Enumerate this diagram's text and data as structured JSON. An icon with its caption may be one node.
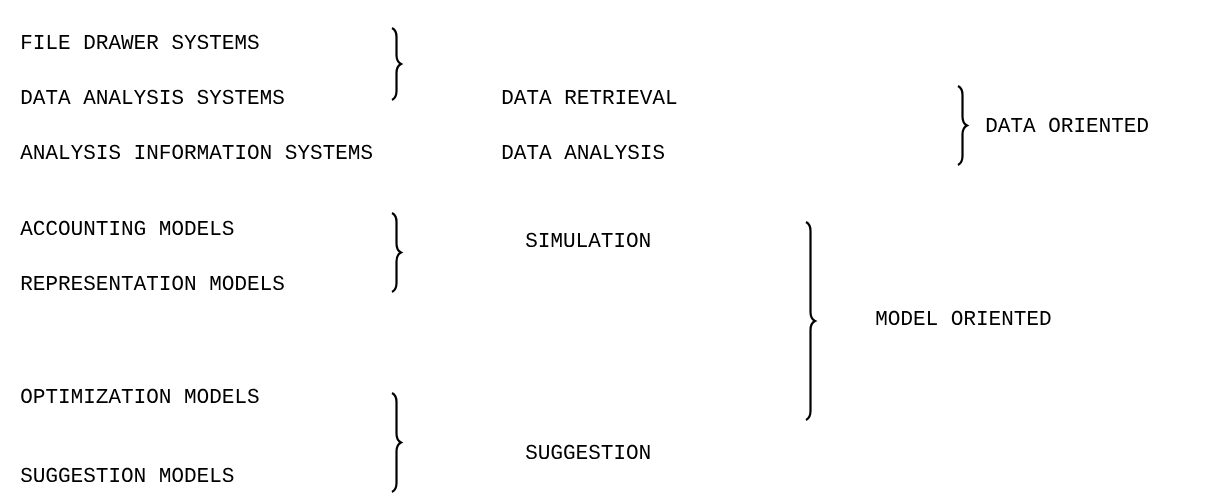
{
  "diagram": {
    "labels": [
      "FILE DRAWER SYSTEMS",
      "DATA ANALYSIS SYSTEMS",
      "DATA RETRIEVAL",
      "DATA ORIENTED",
      "ANALYSIS INFORMATION SYSTEMS",
      "DATA ANALYSIS",
      "ACCOUNTING MODELS",
      "SIMULATION",
      "REPRESENTATION MODELS",
      "MODEL ORIENTED",
      "OPTIMIZATION MODELS",
      "SUGGESTION",
      "SUGGESTION MODELS"
    ]
  }
}
